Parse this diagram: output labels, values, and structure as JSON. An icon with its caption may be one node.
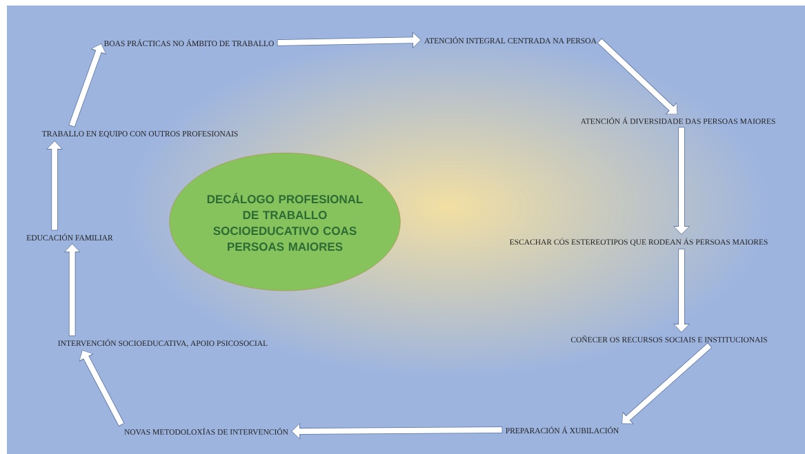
{
  "diagram": {
    "nodes": [
      {
        "text": [
          "DECÁLOGO PROFESIONAL DE TRABALLO SOCIOEDUCATIVO COAS PERSOAS MAIORES"
        ]
      },
      {
        "text": [
          "BOAS PRÁCTICAS NO ÁMBITO DE TRABALLO"
        ]
      },
      {
        "text": [
          "ATENCIÓN INTEGRAL  CENTRADA NA PERSOA"
        ]
      },
      {
        "text": [
          "ATENCIÓN Á DIVERSIDADE  DAS PERSOAS MAIORES"
        ]
      },
      {
        "text": [
          "ESCACHAR CÓS ESTEREOTIPOS  QUE RODEAN ÁS PERSOAS MAIORES"
        ]
      },
      {
        "text": [
          "COÑECER OS RECURSOS SOCIAIS E INSTITUCIONAIS"
        ]
      },
      {
        "text": [
          "PREPARACIÓN Á XUBILACIÓN"
        ]
      },
      {
        "text": [
          "NOVAS METODOLOXÍAS DE INTERVENCIÓN"
        ]
      },
      {
        "text": [
          "INTERVENCIÓN SOCIOEDUCATIVA, APOIO PSICOSOCIAL"
        ]
      },
      {
        "text": [
          "EDUCACIÓN FAMILIAR"
        ]
      },
      {
        "text": [
          "TRABALLO  EN EQUIPO CON OUTROS PROFESIONAIS"
        ]
      }
    ],
    "edges": [
      {
        "from": 1,
        "to": 2,
        "arrow": "to"
      },
      {
        "from": 2,
        "to": 3,
        "arrow": "to"
      },
      {
        "from": 3,
        "to": 4,
        "arrow": "to"
      },
      {
        "from": 4,
        "to": 5,
        "arrow": "to"
      },
      {
        "from": 5,
        "to": 6,
        "arrow": "to"
      },
      {
        "from": 6,
        "to": 7,
        "arrow": "to"
      },
      {
        "from": 7,
        "to": 8,
        "arrow": "to"
      },
      {
        "from": 8,
        "to": 9,
        "arrow": "to"
      },
      {
        "from": 9,
        "to": 10,
        "arrow": "to"
      },
      {
        "from": 10,
        "to": 1,
        "arrow": "to"
      }
    ]
  }
}
